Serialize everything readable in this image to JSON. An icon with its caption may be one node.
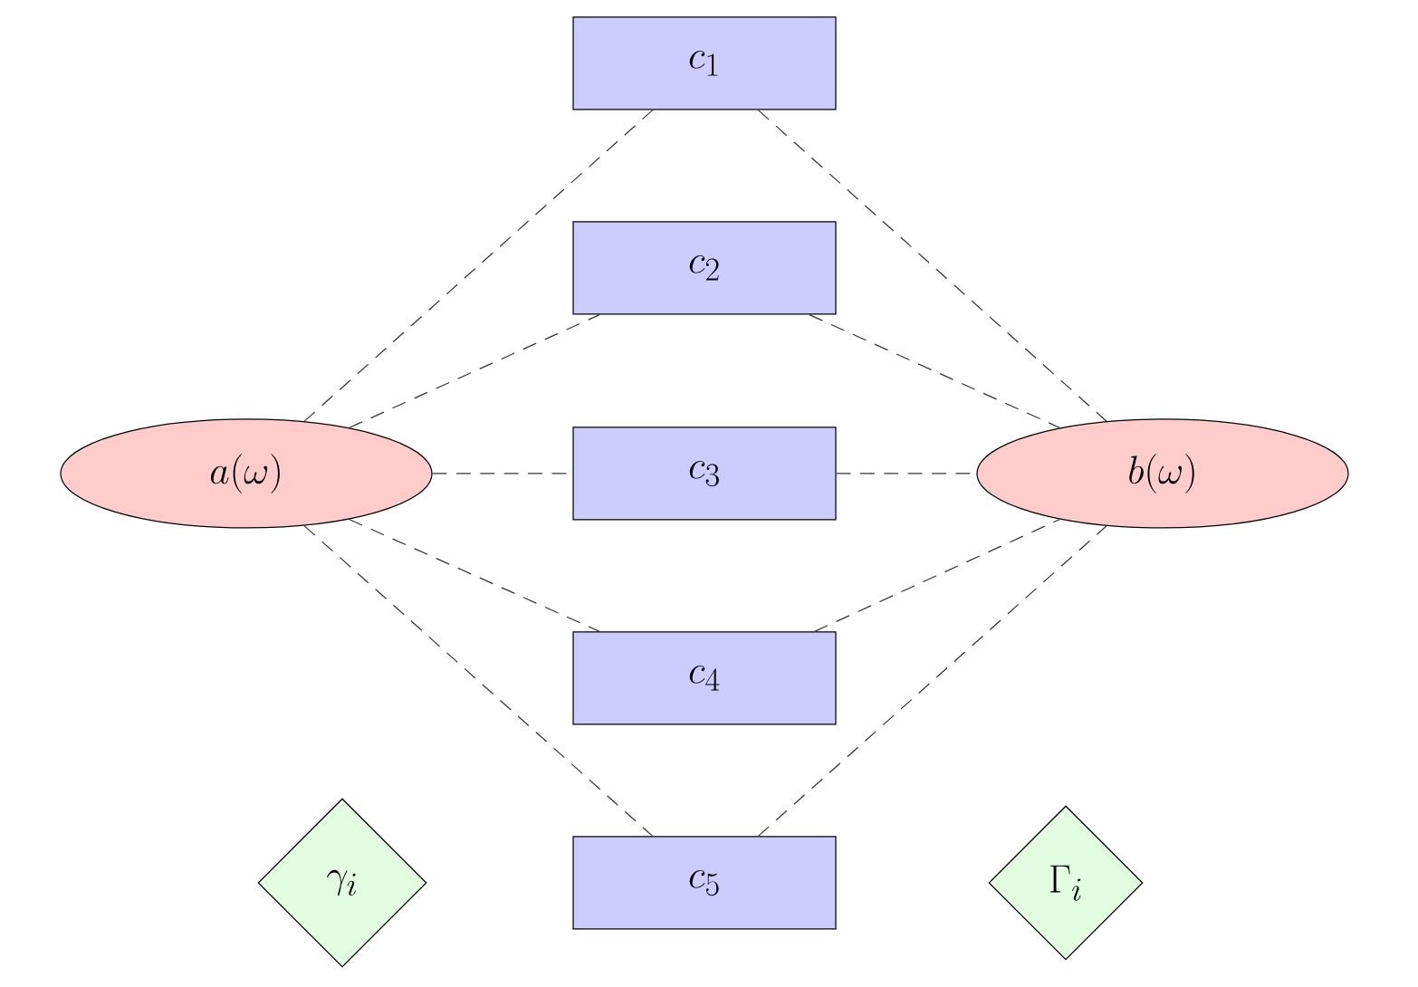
{
  "diagram": {
    "nodes": [
      {
        "text": [
          "c_1"
        ]
      },
      {
        "text": [
          "c_2"
        ]
      },
      {
        "text": [
          "a(\\omega)"
        ]
      },
      {
        "text": [
          "c_3"
        ]
      },
      {
        "text": [
          "b(\\omega)"
        ]
      },
      {
        "text": [
          "c_4"
        ]
      },
      {
        "text": [
          "\\gamma_i"
        ]
      },
      {
        "text": [
          "c_5"
        ]
      },
      {
        "text": [
          "\\Gamma_i"
        ]
      }
    ],
    "edges": [
      {
        "from": 2,
        "to": 0,
        "arrow": "none",
        "style": "dashed"
      },
      {
        "from": 2,
        "to": 1,
        "arrow": "none",
        "style": "dashed"
      },
      {
        "from": 2,
        "to": 3,
        "arrow": "none",
        "style": "dashed"
      },
      {
        "from": 2,
        "to": 5,
        "arrow": "none",
        "style": "dashed"
      },
      {
        "from": 2,
        "to": 7,
        "arrow": "none",
        "style": "dashed"
      },
      {
        "from": 0,
        "to": 4,
        "arrow": "none",
        "style": "dashed"
      },
      {
        "from": 1,
        "to": 4,
        "arrow": "none",
        "style": "dashed"
      },
      {
        "from": 3,
        "to": 4,
        "arrow": "none",
        "style": "dashed"
      },
      {
        "from": 5,
        "to": 4,
        "arrow": "none",
        "style": "dashed"
      },
      {
        "from": 7,
        "to": 4,
        "arrow": "none",
        "style": "dashed"
      }
    ]
  }
}
